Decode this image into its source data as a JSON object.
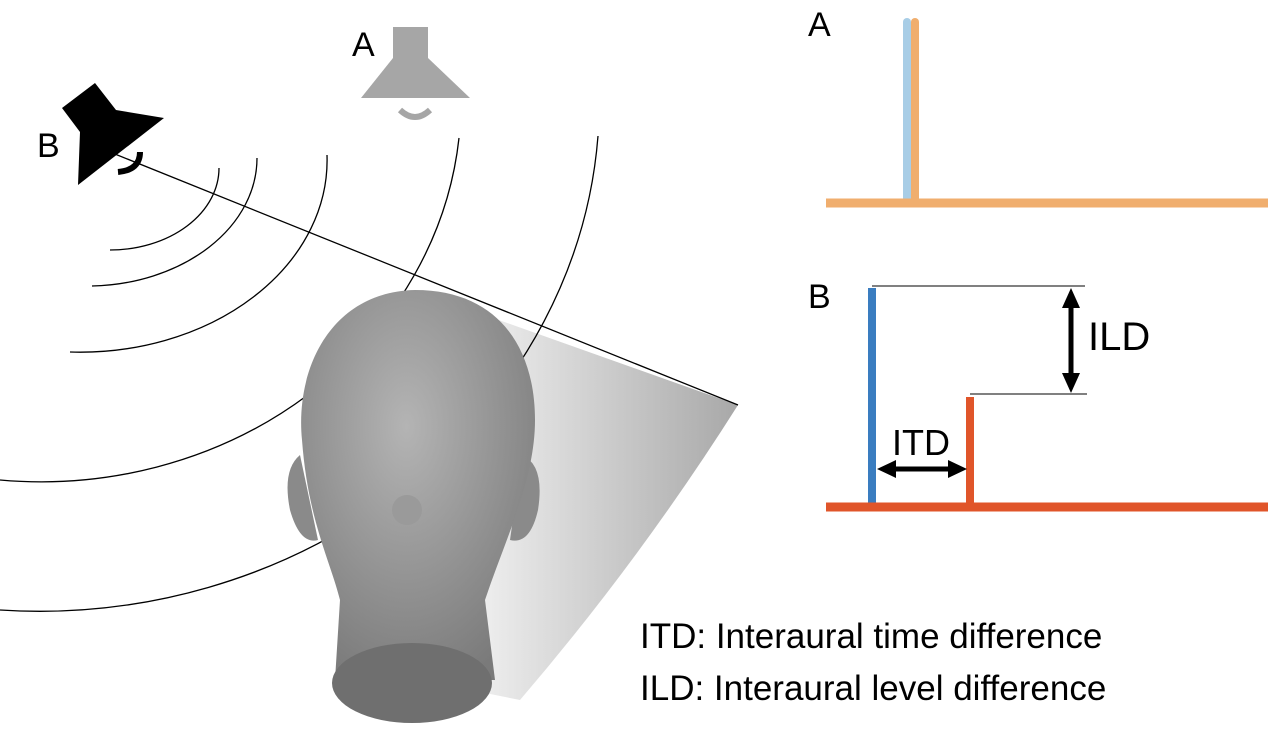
{
  "scene": {
    "speaker_a_label": "A",
    "speaker_b_label": "B"
  },
  "plots": {
    "plot_a_label": "A",
    "plot_b_label": "B",
    "ild_label": "ILD",
    "itd_label": "ITD"
  },
  "legend": {
    "itd": "ITD: Interaural time difference",
    "ild": "ILD: Interaural level difference"
  },
  "colors": {
    "left_ear_a": "#A8CDE6",
    "right_ear_a": "#F0AE6E",
    "left_ear_b": "#3A7DC0",
    "right_ear_b": "#E0552A",
    "speaker_a": "#A6A6A6",
    "speaker_b": "#000000"
  }
}
